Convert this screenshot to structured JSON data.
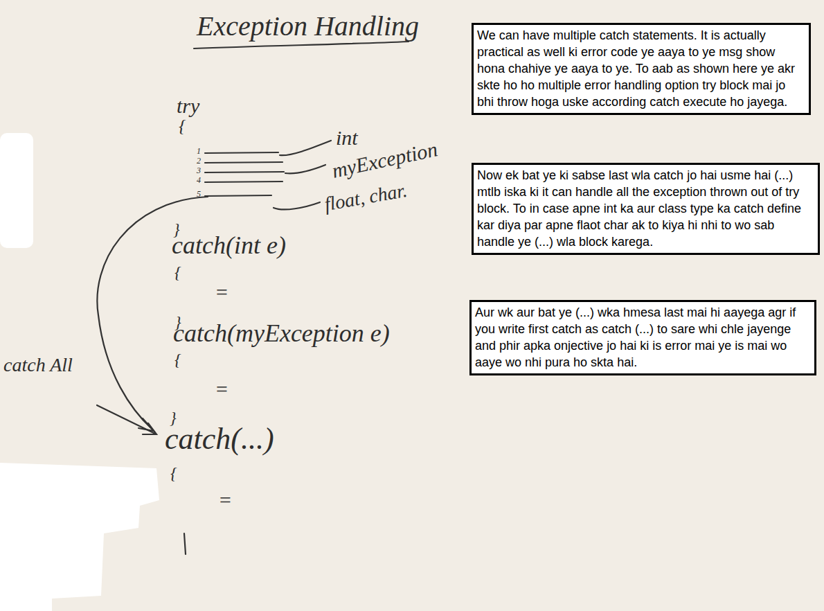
{
  "diagram": {
    "title": "Exception Handling",
    "nodes": [
      {
        "text": [
          "We can have multiple catch statements. It is actually practical as well ki error code ye aaya to ye msg show hona chahiye ye aaya to ye. To aab as shown here ye akr skte ho ho multiple error handling option try block mai jo bhi throw hoga uske according catch execute ho jayega."
        ]
      },
      {
        "text": [
          "Now ek bat ye ki sabse last wla catch jo hai usme hai (...) mtlb iska ki it can handle all the exception thrown out of try block. To in case apne int ka aur class type ka catch define kar diya par apne flaot char ak to kiya hi nhi to wo sab handle ye (...) wla block karega."
        ]
      },
      {
        "text": [
          "Aur wk aur bat ye (...) wka hmesa last mai hi aayega agr if you write first catch as catch (...) to sare whi chle jayenge and phir apka onjective jo hai ki is error mai ye is mai wo aaye wo nhi pura ho skta hai."
        ]
      }
    ],
    "labels": [
      "try",
      "{",
      "1",
      "2",
      "3",
      "4",
      "5",
      "int",
      "myException",
      "float, char.",
      "}",
      "catch(int e)",
      "{",
      "=",
      "}",
      "catch(myException e)",
      "{",
      "=",
      "}",
      "catch(...)",
      "{",
      "=",
      "catch All"
    ]
  }
}
